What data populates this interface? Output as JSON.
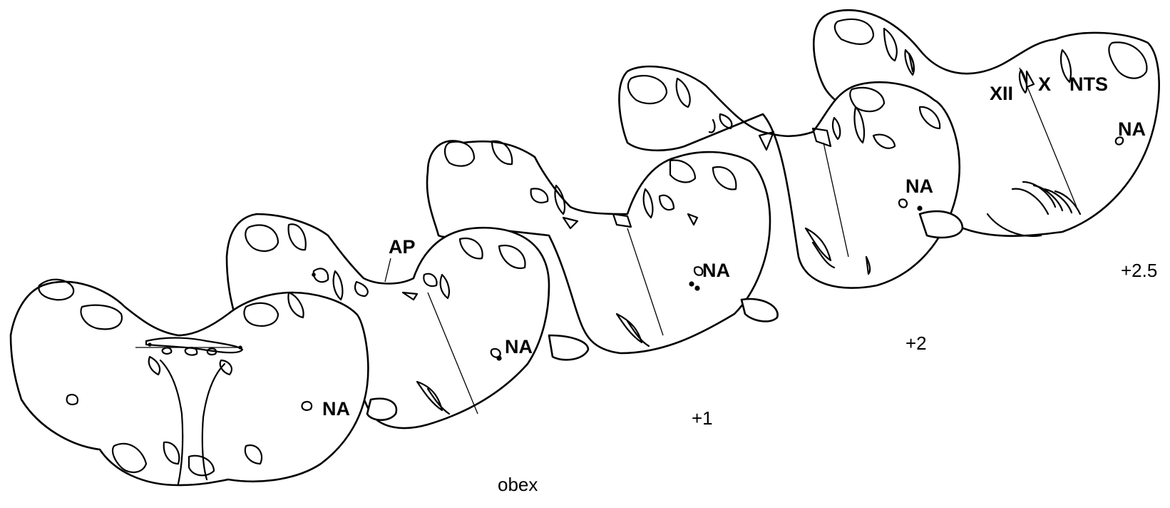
{
  "labels": {
    "ap": "AP",
    "xii": "XII",
    "x": "X",
    "nts": "NTS",
    "na": "NA"
  },
  "levels": {
    "obex": "obex",
    "plus1": "+1",
    "plus2": "+2",
    "plus2_5": "+2.5"
  }
}
